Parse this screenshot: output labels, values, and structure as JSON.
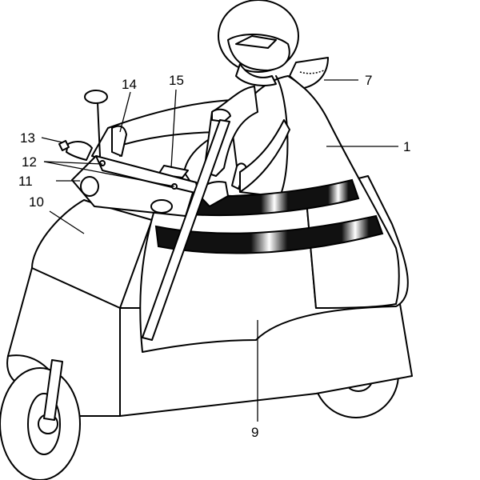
{
  "figure": {
    "labels": {
      "n1": "1",
      "n7": "7",
      "n9": "9",
      "n10": "10",
      "n11": "11",
      "n12": "12",
      "n13": "13",
      "n14": "14",
      "n15": "15"
    }
  },
  "colors": {
    "line": "#000000",
    "background": "#ffffff",
    "reflective_band": "#111111"
  }
}
